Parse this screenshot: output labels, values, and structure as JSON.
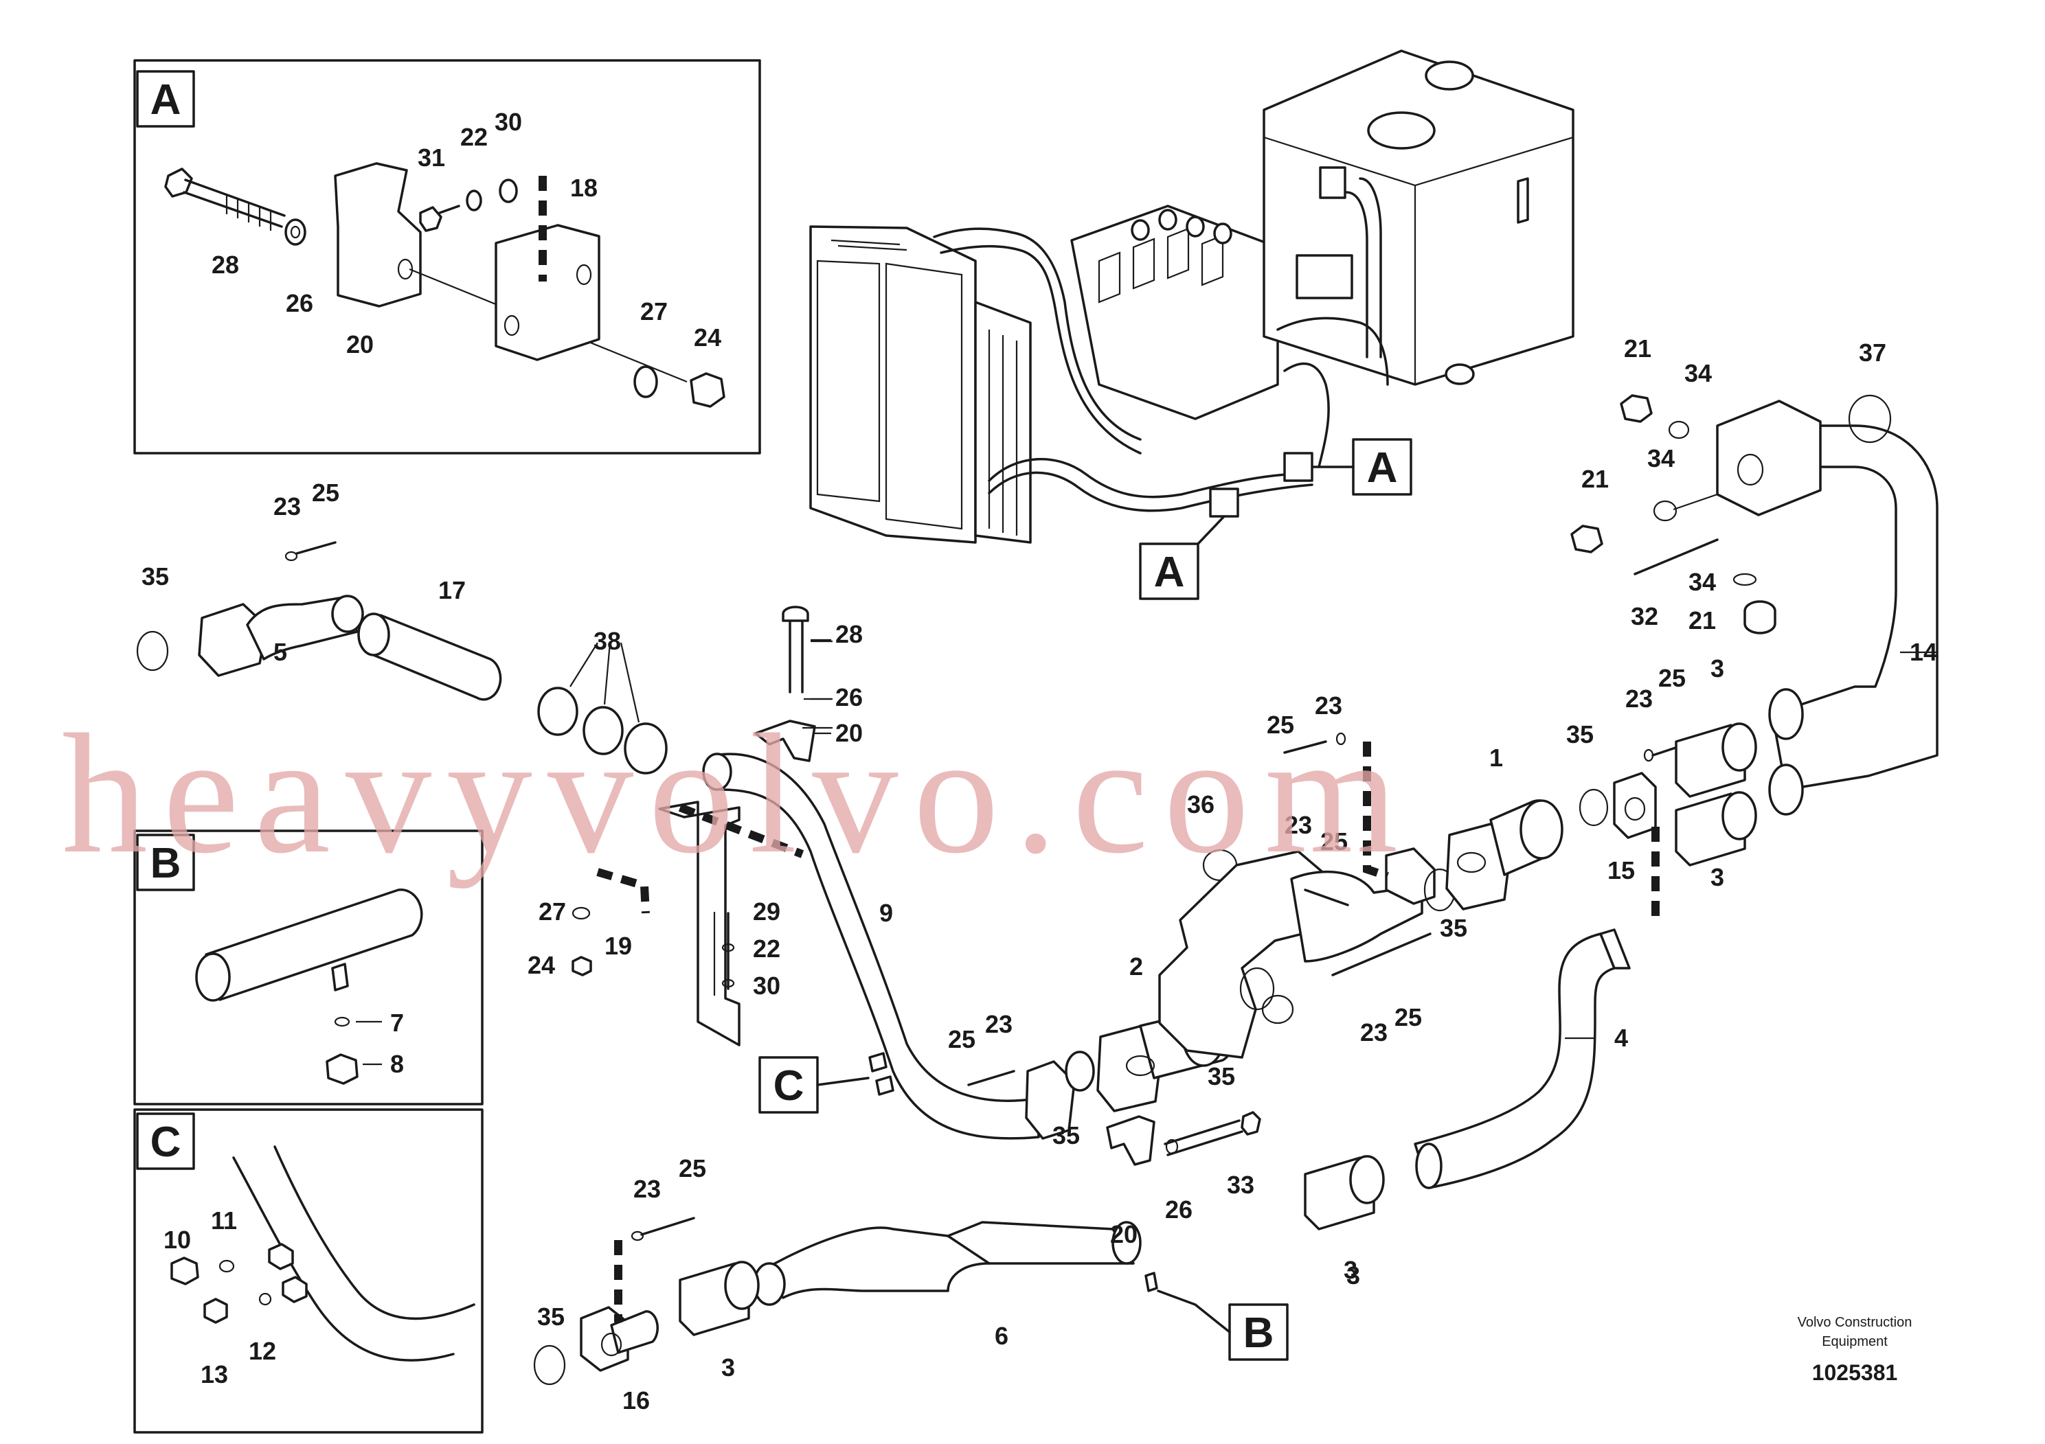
{
  "callouts": {
    "top_A_1": "A",
    "top_A_2": "A",
    "C": "C",
    "B": "B"
  },
  "insets": {
    "A": {
      "letter": "A",
      "labels": [
        "28",
        "26",
        "20",
        "31",
        "22",
        "30",
        "18",
        "27",
        "24"
      ]
    },
    "B": {
      "letter": "B",
      "labels": [
        "7",
        "8"
      ]
    },
    "C": {
      "letter": "C",
      "labels": [
        "10",
        "11",
        "13",
        "12"
      ]
    }
  },
  "part_labels": [
    "23",
    "25",
    "35",
    "5",
    "17",
    "38",
    "28",
    "26",
    "20",
    "27",
    "24",
    "19",
    "29",
    "22",
    "30",
    "9",
    "25",
    "23",
    "35",
    "2",
    "35",
    "36",
    "25",
    "23",
    "23",
    "25",
    "35",
    "1",
    "35",
    "23",
    "25",
    "3",
    "15",
    "3",
    "21",
    "34",
    "37",
    "21",
    "34",
    "34",
    "32",
    "21",
    "14",
    "23",
    "25",
    "33",
    "26",
    "20",
    "3",
    "4",
    "23",
    "25",
    "35",
    "16",
    "3",
    "6",
    "3"
  ],
  "watermark": "heavyvolvo.com",
  "credit": {
    "line1": "Volvo Construction",
    "line2": "Equipment",
    "doc_number": "1025381"
  }
}
